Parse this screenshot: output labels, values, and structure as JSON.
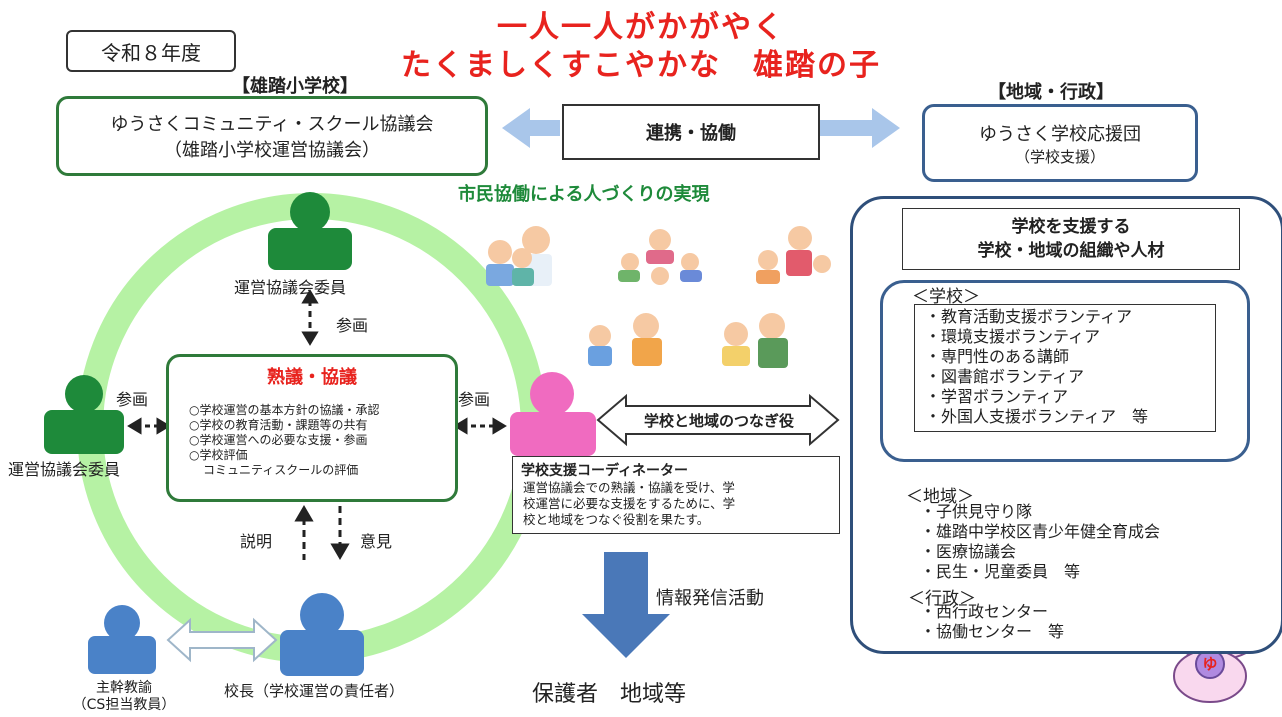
{
  "title": {
    "line1": "一人一人がかがやく",
    "line2": "たくましくすこやかな　雄踏の子"
  },
  "year": "令和８年度",
  "school_header": "【雄踏小学校】",
  "region_header": "【地域・行政】",
  "council": {
    "line1": "ゆうさくコミュニティ・スクール協議会",
    "line2": "（雄踏小学校運営協議会）"
  },
  "collaboration": "連携・協働",
  "support_team": {
    "line1": "ゆうさく学校応援団",
    "line2": "（学校支援）"
  },
  "goal": "市民協働による人づくりの実現",
  "members_top": "運営協議会委員",
  "members_left": "運営協議会委員",
  "participation": "参画",
  "deliberation": {
    "title": "熟議・協議",
    "items": [
      "○学校運営の基本方針の協議・承認",
      "○学校の教育活動・課題等の共有",
      "○学校運営への必要な支援・参画",
      "○学校評価"
    ],
    "sub": "コミュニティスクールの評価"
  },
  "explain": "説明",
  "opinion": "意見",
  "bridge": "学校と地域のつなぎ役",
  "coordinator": {
    "title": "学校支援コーディネーター",
    "desc": [
      "運営協議会での熟議・協議を受け、学",
      "校運営に必要な支援をするために、学",
      "校と地域をつなぐ役割を果たす。"
    ]
  },
  "info_activity": "情報発信活動",
  "audience": "保護者　地域等",
  "teacher": {
    "line1": "主幹教諭",
    "line2": "（CS担当教員）"
  },
  "principal": "校長（学校運営の責任者）",
  "support_panel": {
    "title1": "学校を支援する",
    "title2": "学校・地域の組織や人材",
    "school_head": "＜学校＞",
    "school_items": [
      "・教育活動支援ボランティア",
      "・環境支援ボランティア",
      "・専門性のある講師",
      "・図書館ボランティア",
      "・学習ボランティア",
      "・外国人支援ボランティア　等"
    ],
    "region_head": "＜地域＞",
    "region_items": [
      "・子供見守り隊",
      "・雄踏中学校区青少年健全育成会",
      "・医療協議会",
      "・民生・児童委員　等"
    ],
    "admin_head": "＜行政＞",
    "admin_items": [
      "・西行政センター",
      "・協働センター　等"
    ]
  },
  "mascot_badge": "ゆ",
  "colors": {
    "title_red": "#e8231e",
    "green": "#1e8a3a",
    "ring": "#b6f2a4",
    "pink": "#f06bc0",
    "blue": "#4a82c8",
    "arrow_blue": "#a9c6ea"
  }
}
